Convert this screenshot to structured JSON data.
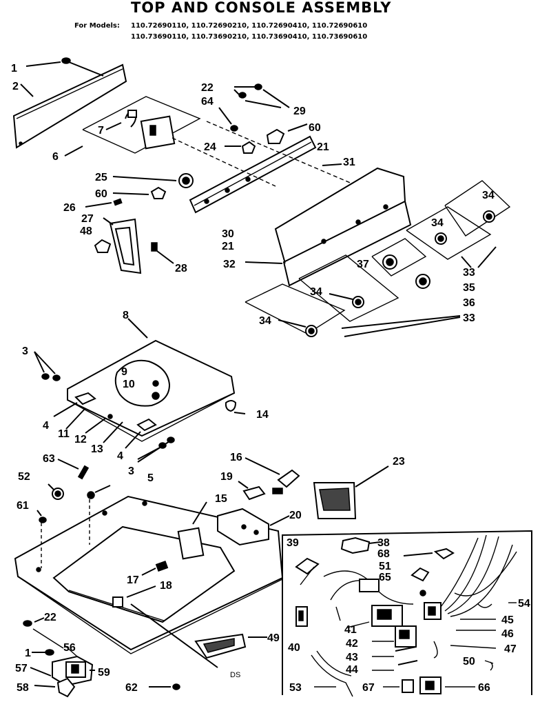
{
  "header": {
    "title": "TOP AND CONSOLE ASSEMBLY",
    "models_prefix": "For Models:",
    "models_line1": "110.72690110, 110.72690210, 110.72690410, 110.72690610",
    "models_line2": "110.73690110, 110.73690210, 110.73690410, 110.73690610"
  },
  "diagram": {
    "corner_code": "DS",
    "colors": {
      "ink": "#000000",
      "paper": "#ffffff",
      "shade": "#444444"
    }
  },
  "callouts": [
    {
      "id": "c1",
      "label": "1"
    },
    {
      "id": "c2",
      "label": "2"
    },
    {
      "id": "c22a",
      "label": "22"
    },
    {
      "id": "c64",
      "label": "64"
    },
    {
      "id": "c29",
      "label": "29"
    },
    {
      "id": "c7",
      "label": "7"
    },
    {
      "id": "c60a",
      "label": "60"
    },
    {
      "id": "c6",
      "label": "6"
    },
    {
      "id": "c24",
      "label": "24"
    },
    {
      "id": "c21a",
      "label": "21"
    },
    {
      "id": "c31",
      "label": "31"
    },
    {
      "id": "c25",
      "label": "25"
    },
    {
      "id": "c60b",
      "label": "60"
    },
    {
      "id": "c34a",
      "label": "34"
    },
    {
      "id": "c26",
      "label": "26"
    },
    {
      "id": "c34b",
      "label": "34"
    },
    {
      "id": "c27",
      "label": "27"
    },
    {
      "id": "c48",
      "label": "48"
    },
    {
      "id": "c30",
      "label": "30"
    },
    {
      "id": "c21b",
      "label": "21"
    },
    {
      "id": "c28",
      "label": "28"
    },
    {
      "id": "c32",
      "label": "32"
    },
    {
      "id": "c37",
      "label": "37"
    },
    {
      "id": "c33a",
      "label": "33"
    },
    {
      "id": "c35",
      "label": "35"
    },
    {
      "id": "c34c",
      "label": "34"
    },
    {
      "id": "c36",
      "label": "36"
    },
    {
      "id": "c34d",
      "label": "34"
    },
    {
      "id": "c33b",
      "label": "33"
    },
    {
      "id": "c8",
      "label": "8"
    },
    {
      "id": "c3a",
      "label": "3"
    },
    {
      "id": "c9",
      "label": "9"
    },
    {
      "id": "c10",
      "label": "10"
    },
    {
      "id": "c14",
      "label": "14"
    },
    {
      "id": "c4a",
      "label": "4"
    },
    {
      "id": "c11",
      "label": "11"
    },
    {
      "id": "c12",
      "label": "12"
    },
    {
      "id": "c13",
      "label": "13"
    },
    {
      "id": "c4b",
      "label": "4"
    },
    {
      "id": "c3b",
      "label": "3"
    },
    {
      "id": "c16",
      "label": "16"
    },
    {
      "id": "c23",
      "label": "23"
    },
    {
      "id": "c63",
      "label": "63"
    },
    {
      "id": "c52",
      "label": "52"
    },
    {
      "id": "c5",
      "label": "5"
    },
    {
      "id": "c19",
      "label": "19"
    },
    {
      "id": "c15",
      "label": "15"
    },
    {
      "id": "c61",
      "label": "61"
    },
    {
      "id": "c20",
      "label": "20"
    },
    {
      "id": "c39",
      "label": "39"
    },
    {
      "id": "c38",
      "label": "38"
    },
    {
      "id": "c68",
      "label": "68"
    },
    {
      "id": "c51",
      "label": "51"
    },
    {
      "id": "c65",
      "label": "65"
    },
    {
      "id": "c17",
      "label": "17"
    },
    {
      "id": "c18",
      "label": "18"
    },
    {
      "id": "c54",
      "label": "54"
    },
    {
      "id": "c45",
      "label": "45"
    },
    {
      "id": "c41",
      "label": "41"
    },
    {
      "id": "c46",
      "label": "46"
    },
    {
      "id": "c22b",
      "label": "22"
    },
    {
      "id": "c42",
      "label": "42"
    },
    {
      "id": "c49",
      "label": "49"
    },
    {
      "id": "c56",
      "label": "56"
    },
    {
      "id": "c40",
      "label": "40"
    },
    {
      "id": "c43",
      "label": "43"
    },
    {
      "id": "c47",
      "label": "47"
    },
    {
      "id": "c1b",
      "label": "1"
    },
    {
      "id": "c50",
      "label": "50"
    },
    {
      "id": "c57",
      "label": "57"
    },
    {
      "id": "c59",
      "label": "59"
    },
    {
      "id": "c44",
      "label": "44"
    },
    {
      "id": "c58",
      "label": "58"
    },
    {
      "id": "c62",
      "label": "62"
    },
    {
      "id": "c53",
      "label": "53"
    },
    {
      "id": "c67",
      "label": "67"
    },
    {
      "id": "c66",
      "label": "66"
    }
  ]
}
